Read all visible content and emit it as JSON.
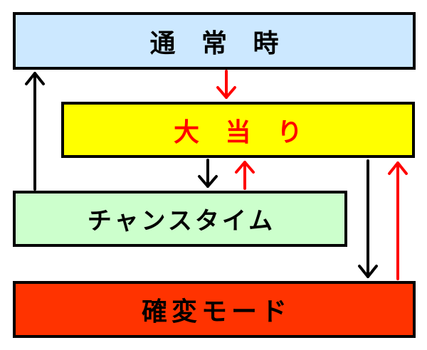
{
  "states": {
    "normal": "通 常 時",
    "jackpot": "大 当 り",
    "chance_time": "チャンスタイム",
    "kakuhen_mode": "確変モード"
  },
  "colors": {
    "normal_fill": "#cce8ff",
    "jackpot_fill": "#ffff00",
    "jackpot_text": "#ff0000",
    "chance_fill": "#ccffcc",
    "kakuhen_fill": "#ff3300",
    "arrow_black": "#000000",
    "arrow_red": "#ff0000"
  }
}
